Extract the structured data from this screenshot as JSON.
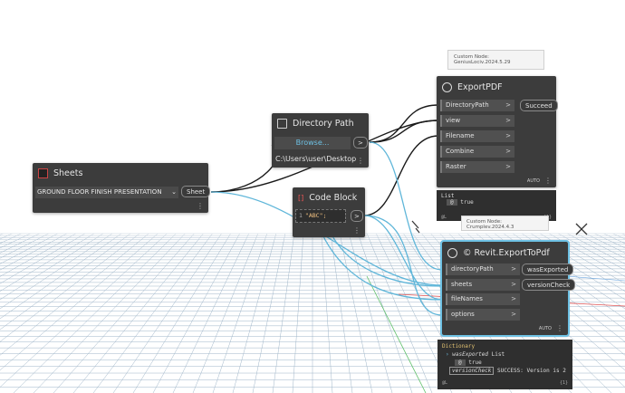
{
  "nodes": {
    "sheets": {
      "title": "Sheets",
      "dropdown_value": "GROUND FLOOR FINISH PRESENTATION",
      "output": "Sheet"
    },
    "directory_path": {
      "title": "Directory Path",
      "browse_label": "Browse...",
      "output": ">",
      "path_value": "C:\\Users\\user\\Desktop"
    },
    "code_block": {
      "title": "Code Block",
      "line_number": "1",
      "code": "\"ABC\";",
      "output": ">"
    },
    "export_pdf": {
      "title": "ExportPDF",
      "inputs": [
        "DirectoryPath",
        "view",
        "Filename",
        "Combine",
        "Raster"
      ],
      "outputs": [
        "Succeed"
      ],
      "exec_mode": "AUTO"
    },
    "revit_export": {
      "title": "© Revit.ExportToPdf",
      "inputs": [
        "directoryPath",
        "sheets",
        "fileNames",
        "options"
      ],
      "outputs": [
        "wasExported",
        "versionCheck"
      ],
      "exec_mode": "AUTO"
    }
  },
  "tooltips": {
    "export_pdf": "Custom Node: GeniusLociv.2024.5.29",
    "revit_export": "Custom Node: Crumplev.2024.4.3"
  },
  "previews": {
    "export_pdf": {
      "type": "List",
      "index": "@",
      "value": "true",
      "footer_left": "@L",
      "footer_right": "{1}"
    },
    "revit_export": {
      "type": "Dictionary",
      "key1": "wasExported",
      "key1_type": "List",
      "index": "@",
      "value": "true",
      "key2": "versionCheck",
      "key2_value": "SUCCESS: Version is 2",
      "footer_left": "@L",
      "footer_right": "{1}"
    }
  },
  "colors": {
    "node_body": "#3c3c3c",
    "wire_blue": "#5fb6d9",
    "wire_black": "#1a1a1a",
    "selection": "#6ec1e4",
    "grid": "#9fb5c8"
  }
}
